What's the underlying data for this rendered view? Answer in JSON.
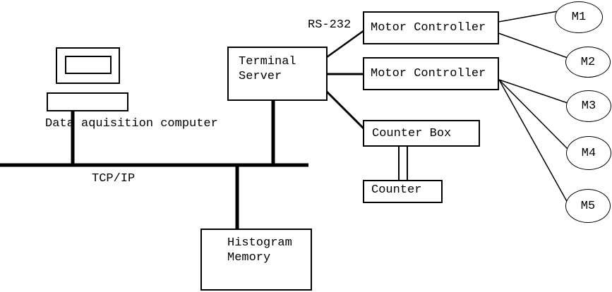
{
  "colors": {
    "background": "#ffffff",
    "line": "#000000"
  },
  "computer": {
    "caption": "Data aquisition computer"
  },
  "network": {
    "bus_label": "TCP/IP",
    "serial_label": "RS-232"
  },
  "boxes": {
    "terminal_server": {
      "line1": "Terminal",
      "line2": "Server"
    },
    "motor_controller_1": {
      "label": "Motor Controller"
    },
    "motor_controller_2": {
      "label": "Motor Controller"
    },
    "counter_box": {
      "label": "Counter Box"
    },
    "counter": {
      "label": "Counter"
    },
    "histogram_memory": {
      "line1": "Histogram",
      "line2": "Memory"
    }
  },
  "motors": [
    {
      "label": "M1"
    },
    {
      "label": "M2"
    },
    {
      "label": "M3"
    },
    {
      "label": "M4"
    },
    {
      "label": "M5"
    }
  ]
}
